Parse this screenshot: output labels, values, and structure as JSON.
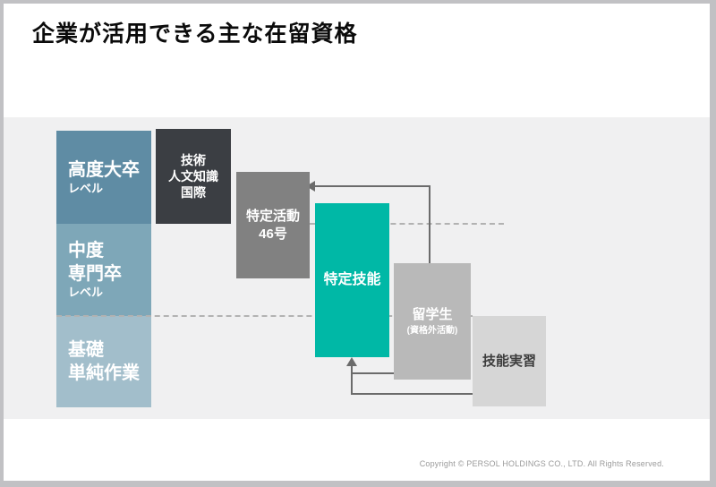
{
  "slide": {
    "title": "企業が活用できる主な在留資格",
    "copyright": "Copyright © PERSOL HOLDINGS CO., LTD. All Rights Reserved."
  },
  "colors": {
    "level_high": "#5f8ca4",
    "level_mid": "#7ea7b8",
    "level_basic": "#a2becb",
    "node_dark": "#3b3e43",
    "node_gray": "#818181",
    "node_teal": "#00b8a6",
    "node_student_gray": "#b9b9b9",
    "node_light_gray": "#d6d6d6",
    "arrow_gray": "#6b6b6b",
    "panel_gray": "#f0f0f1",
    "frame_gray": "#c1c1c4"
  },
  "levels": [
    {
      "lines": [
        "高度大卒"
      ],
      "sub": "レベル"
    },
    {
      "lines": [
        "中度",
        "専門卒"
      ],
      "sub": "レベル"
    },
    {
      "lines": [
        "基礎",
        "単純作業"
      ],
      "sub": ""
    }
  ],
  "nodes": {
    "gijinkoku": {
      "lines": [
        "技術",
        "人文知識",
        "国際"
      ]
    },
    "tokutei_katsudo": {
      "lines": [
        "特定活動",
        "46号"
      ]
    },
    "tokutei_gino": {
      "lines": [
        "特定技能"
      ]
    },
    "ryugakusei": {
      "main": "留学生",
      "sub": "(資格外活動)"
    },
    "gino_jisshu": {
      "lines": [
        "技能実習"
      ]
    }
  }
}
